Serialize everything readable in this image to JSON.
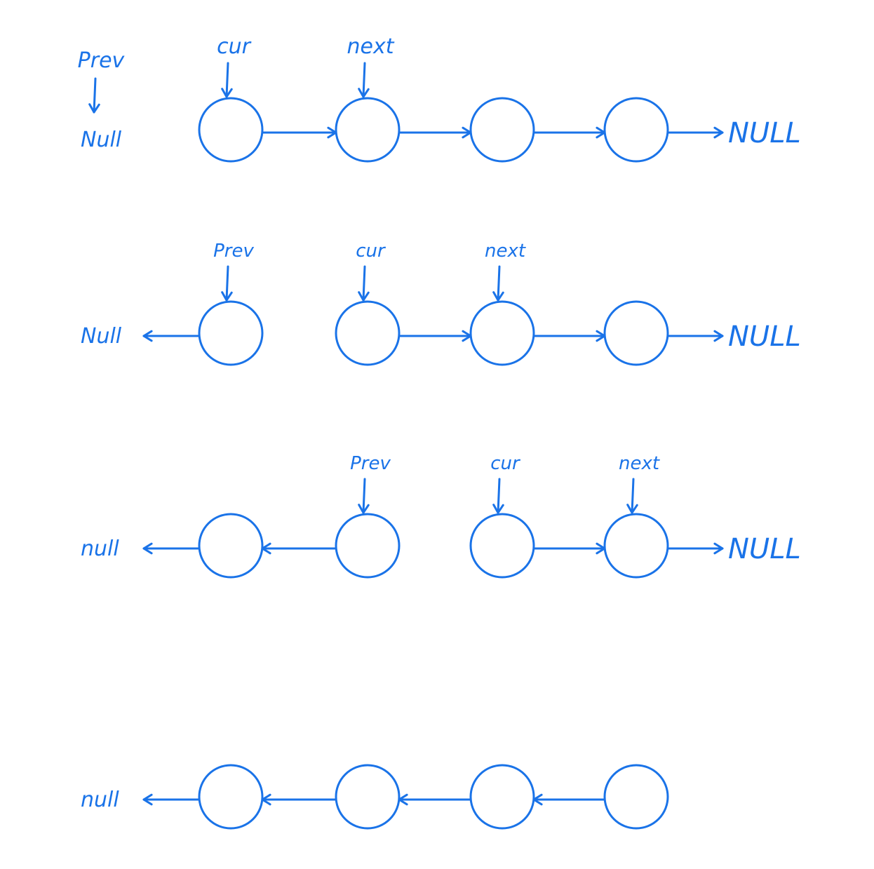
{
  "colors": {
    "ink": "#1a73e8",
    "background": "#ffffff"
  },
  "rows": [
    {
      "pointers": [
        {
          "label": "Prev",
          "target": "null"
        },
        {
          "label": "cur",
          "target": 0
        },
        {
          "label": "next",
          "target": 1
        }
      ],
      "links": [
        {
          "from": 0,
          "to": 1
        },
        {
          "from": 1,
          "to": 2
        },
        {
          "from": 2,
          "to": 3
        },
        {
          "from": 3,
          "to": "right-null"
        }
      ],
      "left_null": "Null",
      "right_null": "NULL"
    },
    {
      "pointers": [
        {
          "label": "Prev",
          "target": 0
        },
        {
          "label": "cur",
          "target": 1
        },
        {
          "label": "next",
          "target": 2
        }
      ],
      "links": [
        {
          "from": 0,
          "to": "left-null"
        },
        {
          "from": 1,
          "to": 2
        },
        {
          "from": 2,
          "to": 3
        },
        {
          "from": 3,
          "to": "right-null"
        }
      ],
      "left_null": "Null",
      "right_null": "NULL"
    },
    {
      "pointers": [
        {
          "label": "Prev",
          "target": 1
        },
        {
          "label": "cur",
          "target": 2
        },
        {
          "label": "next",
          "target": 3
        }
      ],
      "links": [
        {
          "from": 0,
          "to": "left-null"
        },
        {
          "from": 1,
          "to": 0
        },
        {
          "from": 2,
          "to": 3
        },
        {
          "from": 3,
          "to": "right-null"
        }
      ],
      "left_null": "null",
      "right_null": "NULL"
    },
    {
      "pointers": [],
      "links": [
        {
          "from": 0,
          "to": "left-null"
        },
        {
          "from": 1,
          "to": 0
        },
        {
          "from": 2,
          "to": 1
        },
        {
          "from": 3,
          "to": 2
        }
      ],
      "left_null": "null",
      "right_null": ""
    }
  ]
}
